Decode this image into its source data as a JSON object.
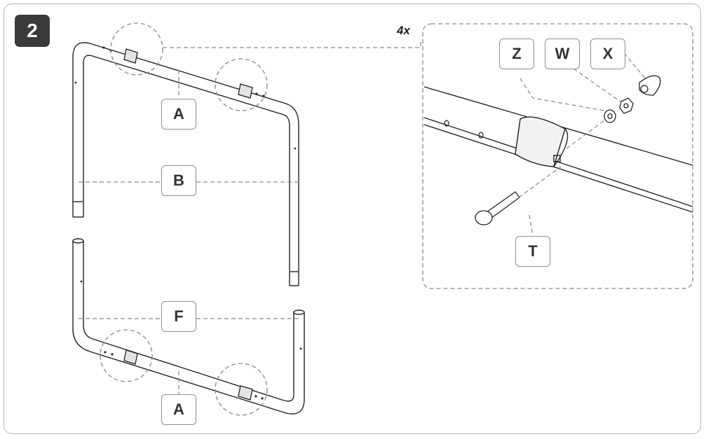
{
  "step_number": "2",
  "quantity": "4x",
  "part_labels": {
    "A_top": "A",
    "B": "B",
    "F": "F",
    "A_bottom": "A",
    "Z": "Z",
    "W": "W",
    "X": "X",
    "T": "T"
  }
}
